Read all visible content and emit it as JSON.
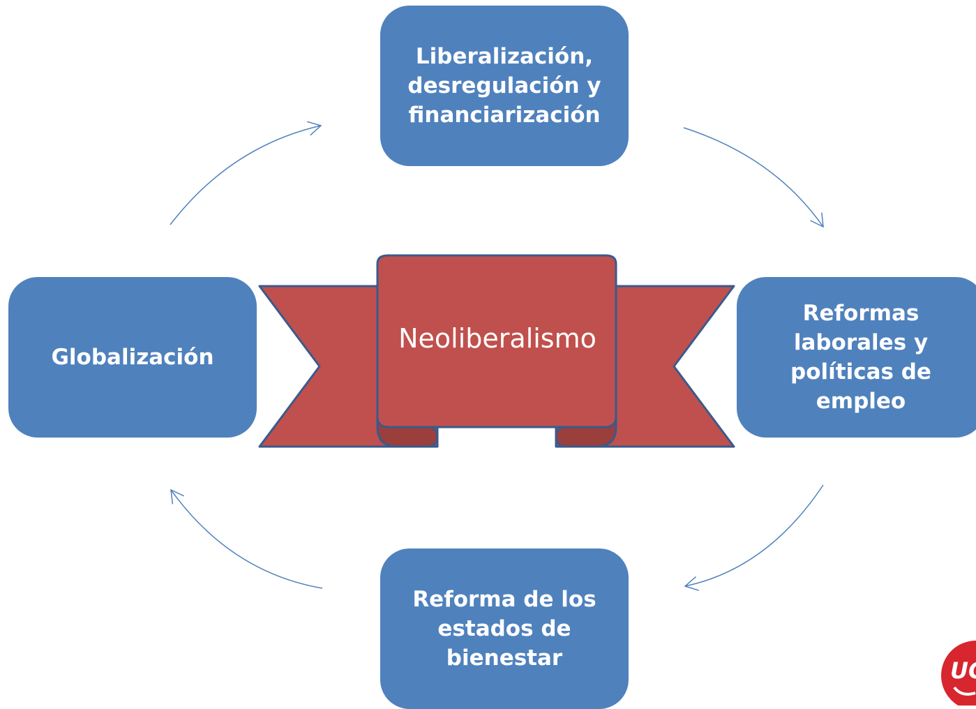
{
  "diagram": {
    "center_label": "Neoliberalismo",
    "nodes": {
      "top": "Liberalización,\ndesregulación y\nfinanciarización",
      "right": "Reformas\nlaborales y\npolíticas de\nempleo",
      "bottom": "Reforma de los\nestados de\nbienestar",
      "left": "Globalización"
    },
    "cycle_order": [
      "top",
      "right",
      "bottom",
      "left"
    ],
    "colors": {
      "node_fill": "#4f81bd",
      "banner_fill": "#c0504d",
      "banner_dark": "#9b3f3c",
      "banner_stroke": "#3a5a8c",
      "arrow": "#4f81bd"
    }
  },
  "logo": {
    "text": "UGT",
    "color": "#d7262e"
  }
}
